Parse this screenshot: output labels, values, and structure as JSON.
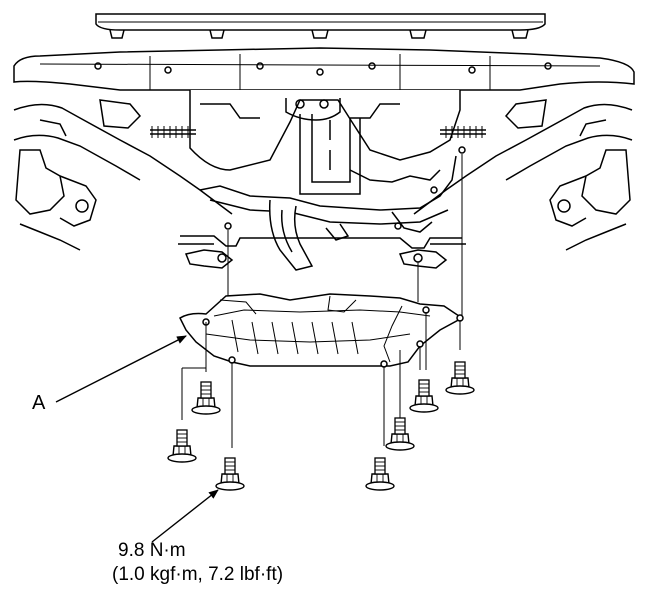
{
  "labels": {
    "part_a": "A",
    "torque_nm": "9.8 N·m",
    "torque_other": "(1.0 kgf·m, 7.2 lbf·ft)"
  },
  "colors": {
    "line": "#000000",
    "background": "#ffffff"
  }
}
